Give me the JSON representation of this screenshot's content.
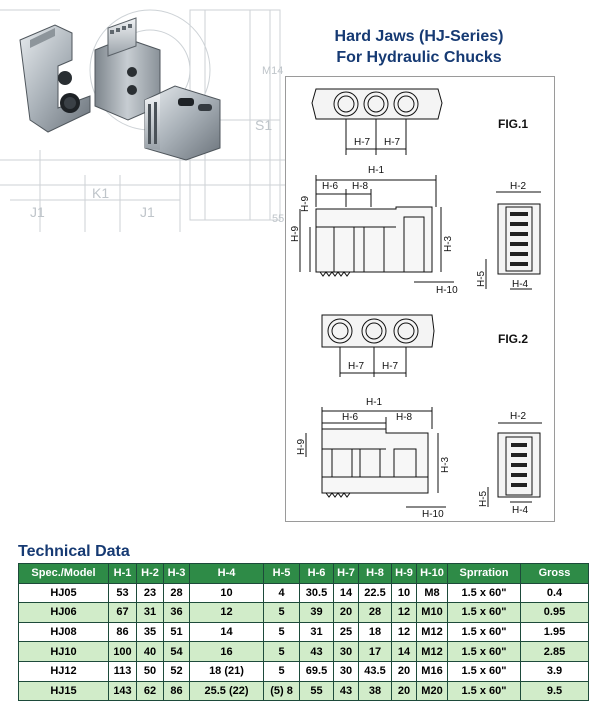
{
  "header": {
    "title_line1": "Hard Jaws (HJ-Series)",
    "title_line2": "For Hydraulic Chucks"
  },
  "photo": {
    "bg_labels": [
      "K1",
      "J1",
      "J1",
      "S1",
      "55",
      "M14"
    ]
  },
  "drawing": {
    "fig1": {
      "label": "FIG.1",
      "top_dims": [
        "H-7",
        "H-7"
      ],
      "side_dims": [
        "H-1",
        "H-6",
        "H-8",
        "H-9",
        "H-9",
        "H-3",
        "H-10"
      ],
      "end_dims": [
        "H-2",
        "H-5",
        "H-4"
      ]
    },
    "fig2": {
      "label": "FIG.2",
      "top_dims": [
        "H-7",
        "H-7"
      ],
      "side_dims": [
        "H-1",
        "H-6",
        "H-8",
        "H-9",
        "H-3",
        "H-10"
      ],
      "end_dims": [
        "H-2",
        "H-5",
        "H-4"
      ]
    }
  },
  "technical": {
    "title": "Technical Data",
    "headers": [
      "Spec./Model",
      "H-1",
      "H-2",
      "H-3",
      "H-4",
      "H-5",
      "H-6",
      "H-7",
      "H-8",
      "H-9",
      "H-10",
      "Sprration",
      "Gross"
    ],
    "rows": [
      [
        "HJ05",
        "53",
        "23",
        "28",
        "10",
        "4",
        "30.5",
        "14",
        "22.5",
        "10",
        "M8",
        "1.5 x 60\"",
        "0.4"
      ],
      [
        "HJ06",
        "67",
        "31",
        "36",
        "12",
        "5",
        "39",
        "20",
        "28",
        "12",
        "M10",
        "1.5 x 60\"",
        "0.95"
      ],
      [
        "HJ08",
        "86",
        "35",
        "51",
        "14",
        "5",
        "31",
        "25",
        "18",
        "12",
        "M12",
        "1.5 x 60\"",
        "1.95"
      ],
      [
        "HJ10",
        "100",
        "40",
        "54",
        "16",
        "5",
        "43",
        "30",
        "17",
        "14",
        "M12",
        "1.5 x 60\"",
        "2.85"
      ],
      [
        "HJ12",
        "113",
        "50",
        "52",
        "18 (21)",
        "5",
        "69.5",
        "30",
        "43.5",
        "20",
        "M16",
        "1.5 x 60\"",
        "3.9"
      ],
      [
        "HJ15",
        "143",
        "62",
        "86",
        "25.5 (22)",
        "(5) 8",
        "55",
        "43",
        "38",
        "20",
        "M20",
        "1.5 x 60\"",
        "9.5"
      ]
    ]
  }
}
